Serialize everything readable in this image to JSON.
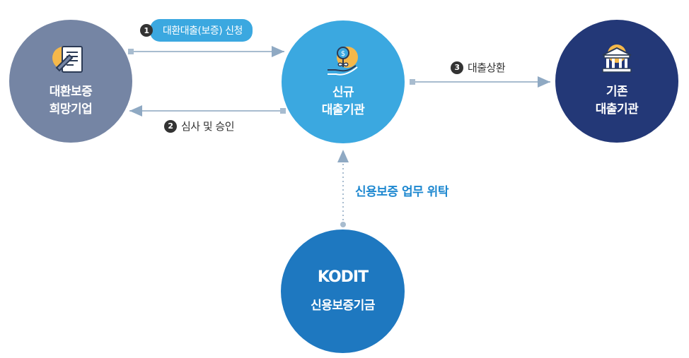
{
  "nodes": {
    "applicant": {
      "line1": "대환보증",
      "line2": "희망기업",
      "icon": "contract-pen-icon",
      "color": "#7585a4"
    },
    "new_lender": {
      "line1": "신규",
      "line2": "대출기관",
      "icon": "money-plant-hand-icon",
      "color": "#3ba8e0"
    },
    "old_lender": {
      "line1": "기존",
      "line2": "대출기관",
      "icon": "bank-building-icon",
      "color": "#233877"
    },
    "kodit": {
      "logo": "KODIT",
      "label": "신용보증기금",
      "color": "#1e78c0"
    }
  },
  "steps": {
    "step1": {
      "num": "1",
      "label": "대환대출(보증) 신청"
    },
    "step2": {
      "num": "2",
      "label": "심사 및 승인"
    },
    "step3": {
      "num": "3",
      "label": "대출상환"
    }
  },
  "delegate": {
    "label": "신용보증 업무 위탁"
  }
}
